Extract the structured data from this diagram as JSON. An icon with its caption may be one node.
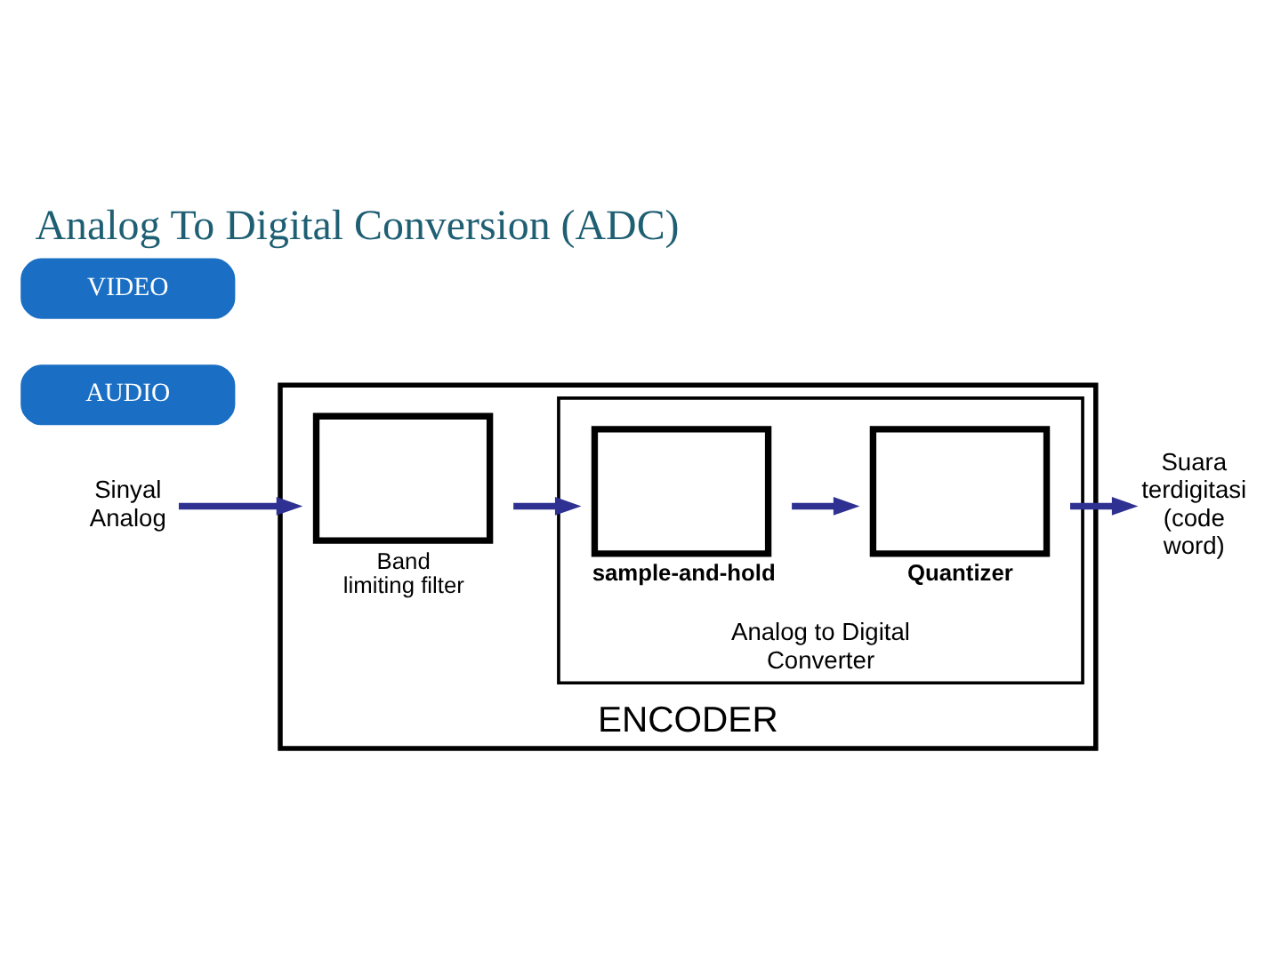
{
  "diagram": {
    "title": "Analog To Digital Conversion (ADC)",
    "nodes": [
      {
        "text": [
          "ENCODER"
        ]
      },
      {
        "text": [
          "Band limiting filter"
        ],
        "in": 0
      },
      {
        "text": [
          "Analog to Digital Converter"
        ],
        "in": 0
      },
      {
        "text": [
          "sample-and-hold"
        ],
        "in": 2
      },
      {
        "text": [
          "Quantizer"
        ],
        "in": 2
      },
      {
        "text": [
          "Sinyal Analog"
        ]
      },
      {
        "text": [
          "Suara terdigitasi (code word)"
        ]
      }
    ],
    "edges": [
      {
        "from": 5,
        "to": 1,
        "arrow": "to"
      },
      {
        "from": 1,
        "to": 3,
        "arrow": "to"
      },
      {
        "from": 3,
        "to": 4,
        "arrow": "to"
      },
      {
        "from": 4,
        "to": 6,
        "arrow": "to"
      }
    ],
    "labels": [
      "AUDIO",
      "VIDEO"
    ]
  }
}
